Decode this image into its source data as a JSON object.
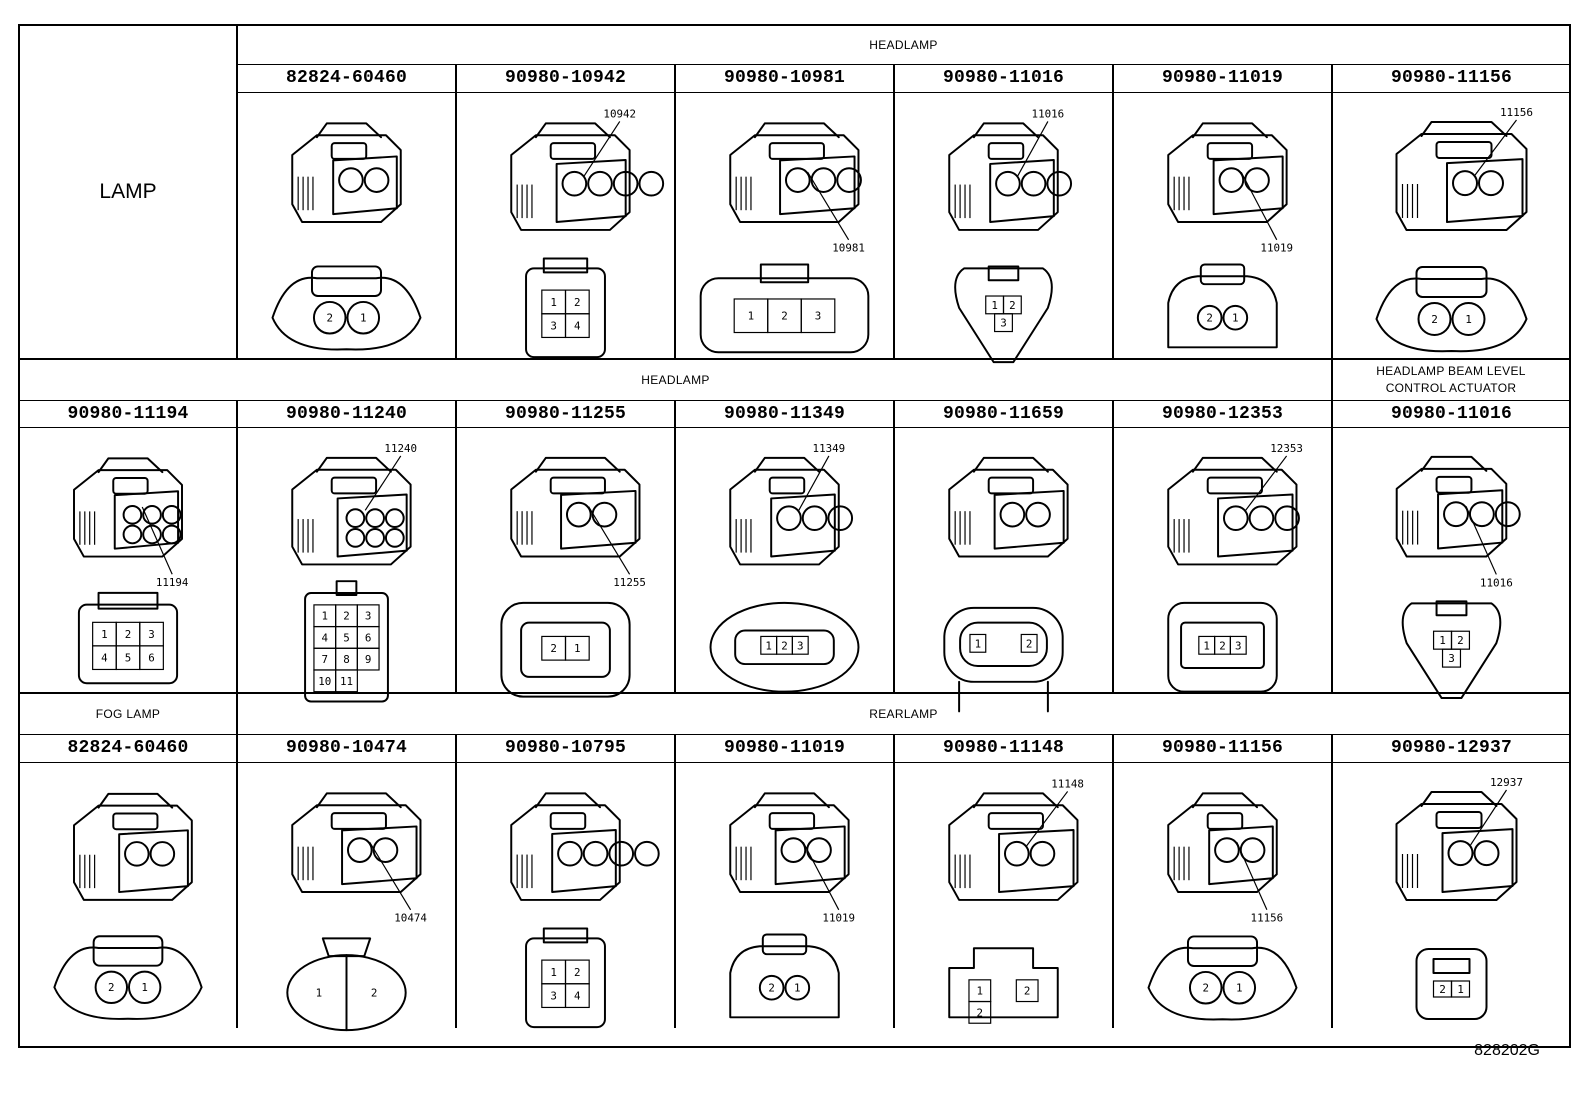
{
  "footer": {
    "code": "828202G"
  },
  "row1": {
    "side_label": "LAMP",
    "section_title": "HEADLAMP",
    "cells": [
      {
        "part_number": "82824-60460",
        "callout": "",
        "pins": [
          "2",
          "1"
        ],
        "style": "oval2"
      },
      {
        "part_number": "90980-10942",
        "callout": "10942",
        "pins": [
          "1",
          "2",
          "3",
          "4"
        ],
        "style": "grid4"
      },
      {
        "part_number": "90980-10981",
        "callout": "10981",
        "pins": [
          "1",
          "2",
          "3"
        ],
        "style": "row3"
      },
      {
        "part_number": "90980-11016",
        "callout": "11016",
        "pins": [
          "1",
          "2",
          "3"
        ],
        "style": "tri3"
      },
      {
        "part_number": "90980-11019",
        "callout": "11019",
        "pins": [
          "2",
          "1"
        ],
        "style": "round2"
      },
      {
        "part_number": "90980-11156",
        "callout": "11156",
        "pins": [
          "2",
          "1"
        ],
        "style": "round2b"
      }
    ]
  },
  "row2": {
    "section_title": "HEADLAMP",
    "section_title_right": [
      "HEADLAMP BEAM LEVEL",
      "CONTROL ACTUATOR"
    ],
    "cells": [
      {
        "part_number": "90980-11194",
        "callout": "11194",
        "pins": [
          "1",
          "2",
          "3",
          "4",
          "5",
          "6"
        ],
        "style": "grid6"
      },
      {
        "part_number": "90980-11240",
        "callout": "11240",
        "pins": [
          "1",
          "2",
          "3",
          "4",
          "5",
          "6",
          "7",
          "8",
          "9",
          "10",
          "11"
        ],
        "style": "grid11"
      },
      {
        "part_number": "90980-11255",
        "callout": "11255",
        "pins": [
          "2",
          "1"
        ],
        "style": "rect2"
      },
      {
        "part_number": "90980-11349",
        "callout": "11349",
        "pins": [
          "1",
          "2",
          "3"
        ],
        "style": "oval3"
      },
      {
        "part_number": "90980-11659",
        "callout": "",
        "pins": [
          "1",
          "2"
        ],
        "style": "clip2"
      },
      {
        "part_number": "90980-12353",
        "callout": "12353",
        "pins": [
          "1",
          "2",
          "3"
        ],
        "style": "box3"
      },
      {
        "part_number": "90980-11016",
        "callout": "11016",
        "pins": [
          "1",
          "2",
          "3"
        ],
        "style": "tri3"
      }
    ]
  },
  "row3": {
    "section_title_left": "FOG LAMP",
    "section_title": "REARLAMP",
    "cells": [
      {
        "part_number": "82824-60460",
        "callout": "",
        "pins": [
          "2",
          "1"
        ],
        "style": "oval2"
      },
      {
        "part_number": "90980-10474",
        "callout": "10474",
        "pins": [
          "1",
          "2"
        ],
        "style": "split2"
      },
      {
        "part_number": "90980-10795",
        "callout": "",
        "pins": [
          "1",
          "2",
          "3",
          "4"
        ],
        "style": "grid4b"
      },
      {
        "part_number": "90980-11019",
        "callout": "11019",
        "pins": [
          "2",
          "1"
        ],
        "style": "round2"
      },
      {
        "part_number": "90980-11148",
        "callout": "11148",
        "pins": [
          "1",
          "2"
        ],
        "style": "flat2"
      },
      {
        "part_number": "90980-11156",
        "callout": "11156",
        "pins": [
          "2",
          "1"
        ],
        "style": "round2b"
      },
      {
        "part_number": "90980-12937",
        "callout": "12937",
        "pins": [
          "2",
          "1"
        ],
        "style": "small2"
      }
    ]
  }
}
